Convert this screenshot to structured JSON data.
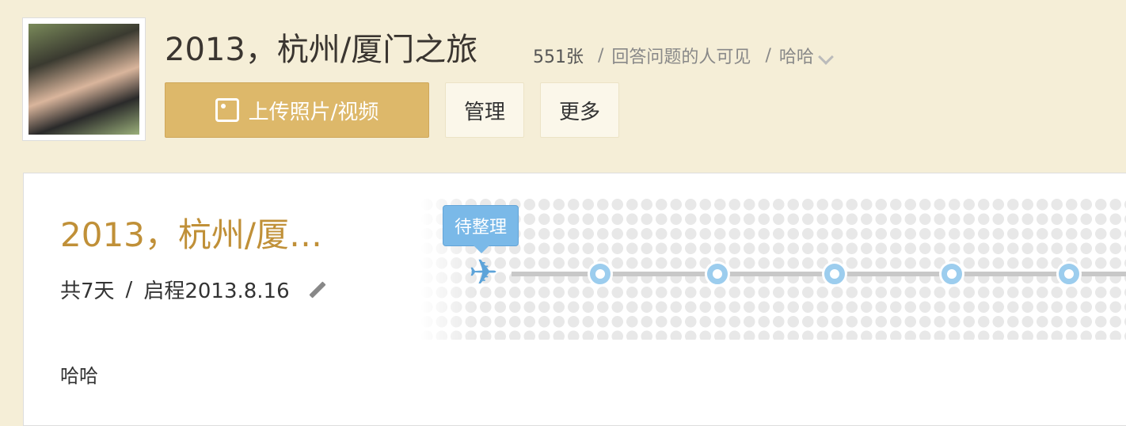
{
  "album": {
    "title": "2013，杭州/厦门之旅",
    "count": "551张",
    "visibility": "回答问题的人可见",
    "owner": "哈哈",
    "sep": "/"
  },
  "buttons": {
    "upload": "上传照片/视频",
    "manage": "管理",
    "more": "更多"
  },
  "card": {
    "title": "2013，杭州/厦…",
    "days": "共7天",
    "sep": "/",
    "start": "启程2013.8.16",
    "description": "哈哈",
    "tooltip": "待整理",
    "plane": "✈"
  },
  "colors": {
    "accent": "#ddb86a",
    "title": "#c09038",
    "timeline": "#9ccdee"
  }
}
